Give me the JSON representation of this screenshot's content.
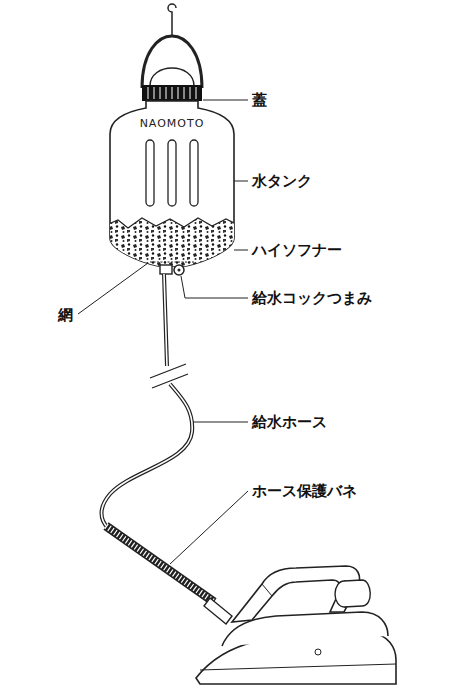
{
  "diagram": {
    "labels": [
      "蓋",
      "水タンク",
      "ハイソフナー",
      "給水コックつまみ",
      "網",
      "給水ホース",
      "ホース保護バネ",
      "NAOMOTO"
    ]
  }
}
